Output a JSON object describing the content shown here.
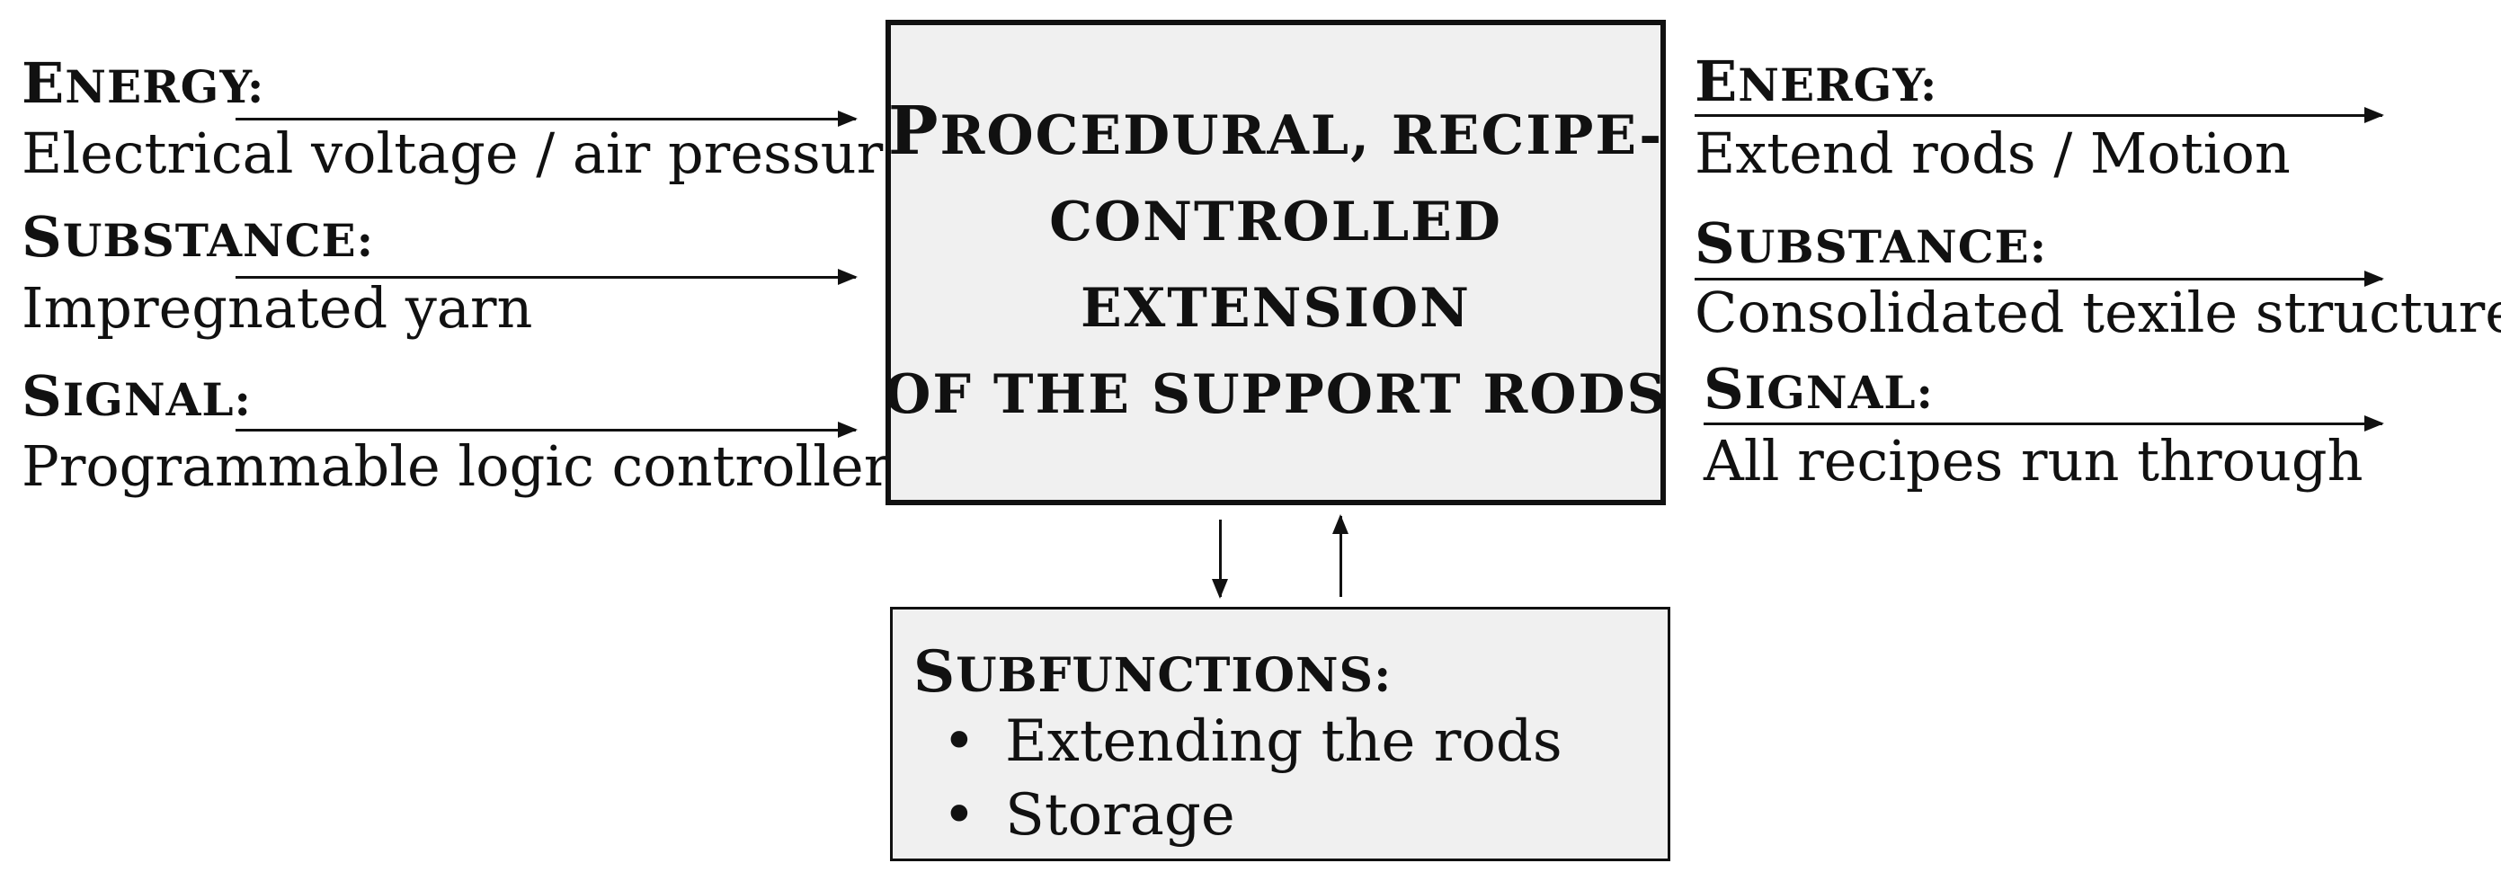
{
  "inputs": [
    {
      "head_first": "E",
      "head_rest": "NERGY:",
      "value": "Electrical voltage / air pressure"
    },
    {
      "head_first": "S",
      "head_rest": "UBSTANCE:",
      "value": "Impregnated yarn"
    },
    {
      "head_first": "S",
      "head_rest": "IGNAL:",
      "value": "Programmable logic controller"
    }
  ],
  "outputs": [
    {
      "head_first": "E",
      "head_rest": "NERGY:",
      "value": "Extend rods / Motion"
    },
    {
      "head_first": "S",
      "head_rest": "UBSTANCE:",
      "value": "Consolidated texile structure"
    },
    {
      "head_first": "S",
      "head_rest": "IGNAL:",
      "value": "All recipes run through"
    }
  ],
  "main_function": {
    "line1_first": "P",
    "line1_rest": "ROCEDURAL, RECIPE-",
    "line2": "CONTROLLED",
    "line3": "EXTENSION",
    "line4": "OF THE SUPPORT RODS"
  },
  "subfunctions": {
    "title_first": "S",
    "title_rest": "UBFUNCTIONS:",
    "bullet": "•",
    "items": [
      "Extending the rods",
      "Storage"
    ]
  }
}
